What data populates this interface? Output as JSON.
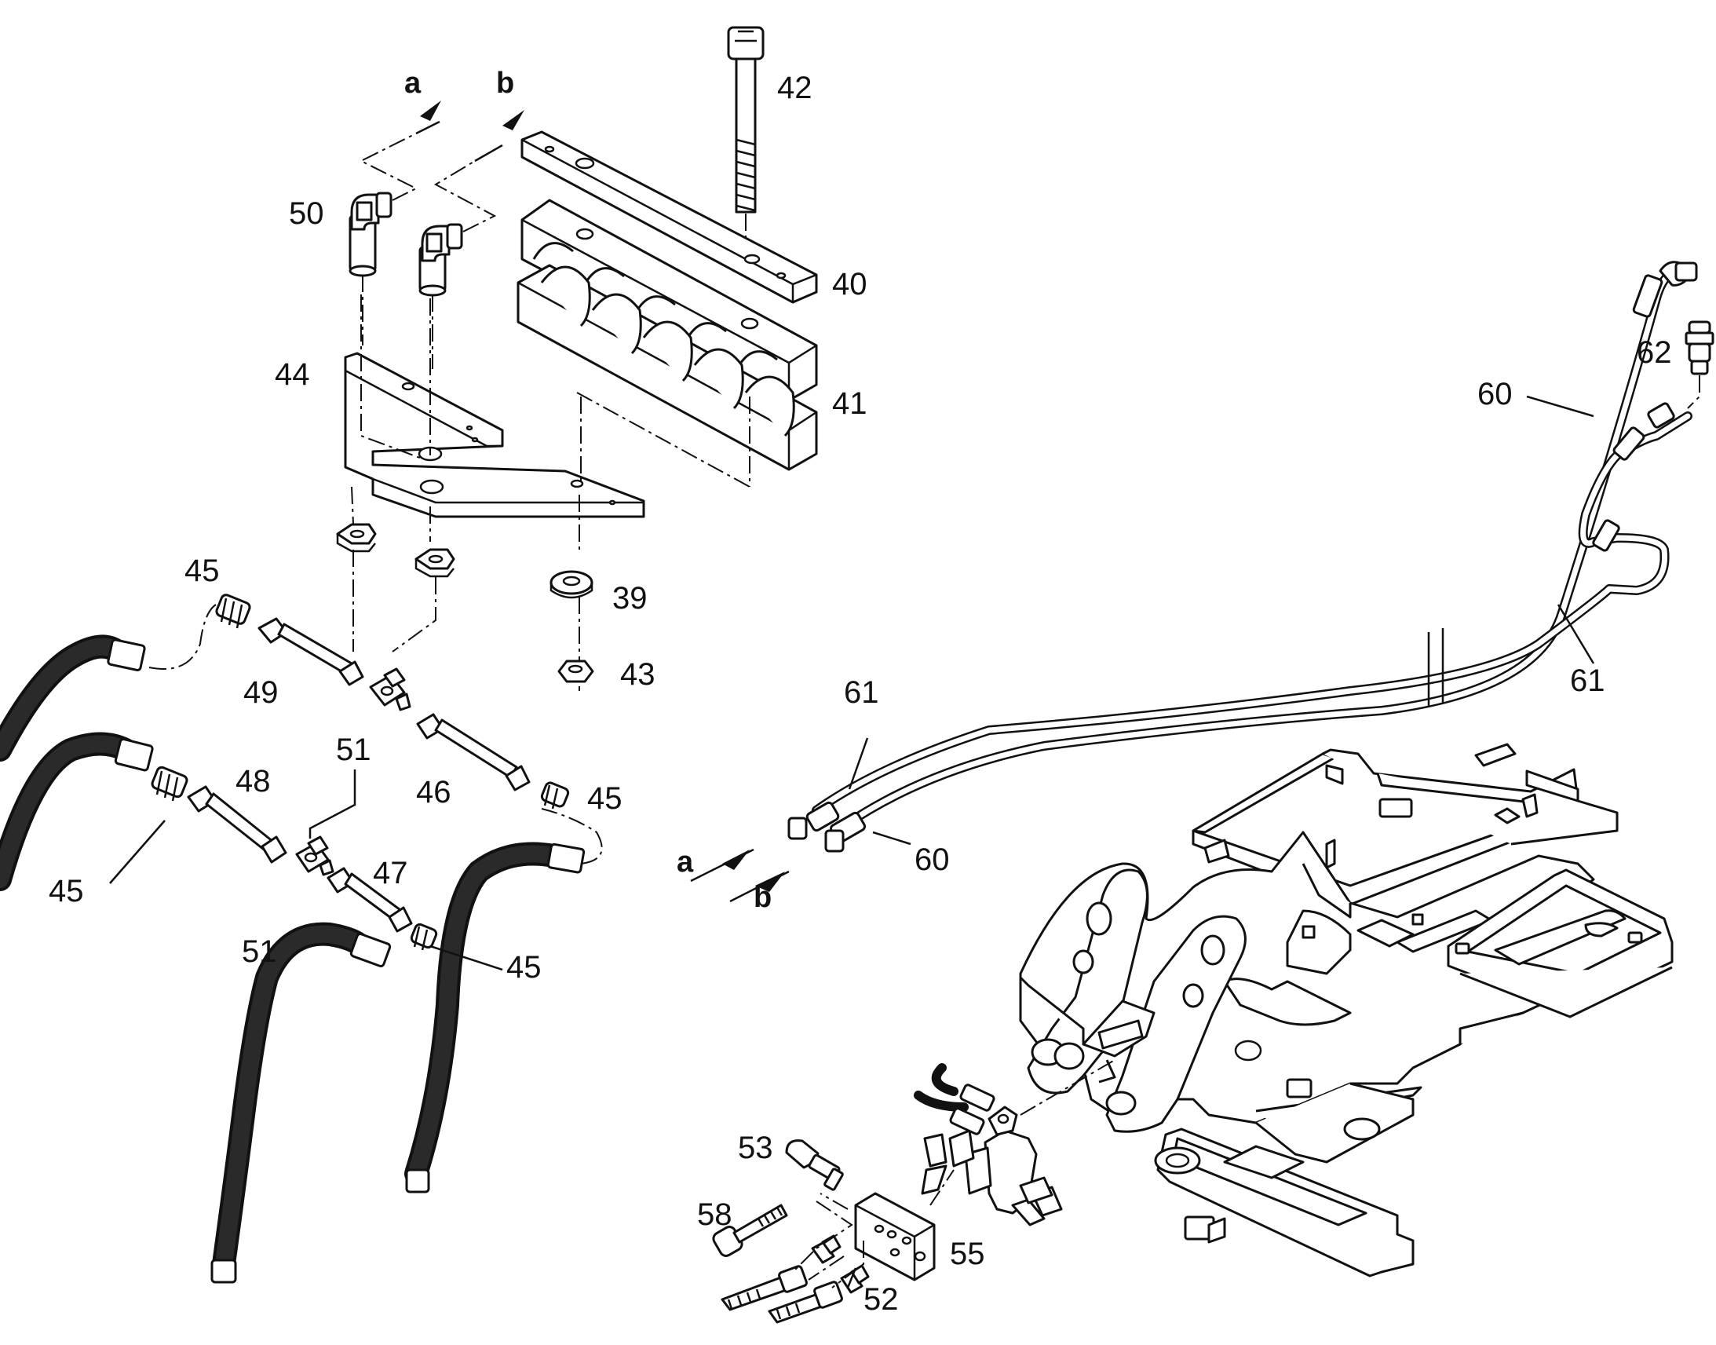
{
  "colors": {
    "ink": "#111111",
    "paper": "#ffffff",
    "hose": "#2a2a2a"
  },
  "callouts": {
    "c39": "39",
    "c40": "40",
    "c41": "41",
    "c42": "42",
    "c43": "43",
    "c44": "44",
    "c45": "45",
    "c46": "46",
    "c47": "47",
    "c48": "48",
    "c49": "49",
    "c50": "50",
    "c51": "51",
    "c52": "52",
    "c53": "53",
    "c55": "55",
    "c58": "58",
    "c60": "60",
    "c61": "61",
    "c62": "62"
  },
  "flow_markers": {
    "a": "a",
    "b": "b"
  }
}
